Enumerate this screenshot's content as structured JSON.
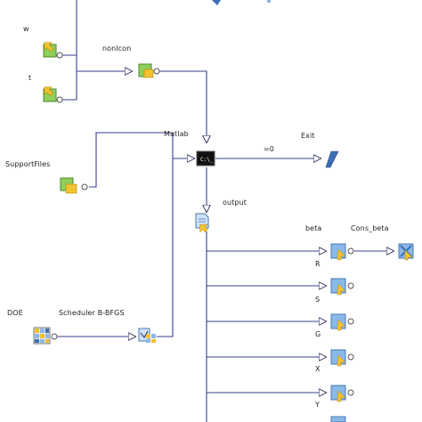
{
  "diagram": {
    "nodes": {
      "w": {
        "label": "w",
        "icon": "input-icon"
      },
      "t": {
        "label": "t",
        "icon": "input-icon"
      },
      "nonlcon": {
        "label": "nonlcon",
        "icon": "function-icon"
      },
      "support": {
        "label": "SupportFiles",
        "icon": "folder-icon"
      },
      "matlab": {
        "label": "Matlab",
        "icon": "matlab-console-icon"
      },
      "exit": {
        "label": "Exit",
        "icon": "exit-flag-icon"
      },
      "exit_cond": {
        "label": "=0"
      },
      "output": {
        "label": "output",
        "icon": "document-icon"
      },
      "beta": {
        "label": "beta",
        "icon": "output-icon"
      },
      "cons_beta": {
        "label": "Cons_beta",
        "icon": "constraint-icon"
      },
      "R": {
        "label": "R",
        "icon": "output-icon"
      },
      "S": {
        "label": "S",
        "icon": "output-icon"
      },
      "G": {
        "label": "G",
        "icon": "output-icon"
      },
      "X": {
        "label": "X",
        "icon": "output-icon"
      },
      "Y": {
        "label": "Y",
        "icon": "output-icon"
      },
      "doe": {
        "label": "DOE",
        "icon": "grid-icon"
      },
      "scheduler": {
        "label": "Scheduler B-BFGS",
        "icon": "scheduler-icon"
      }
    },
    "colors": {
      "line": "#3a3f8f",
      "arrow": "#1d2155",
      "input_green": "#8fcf5a",
      "output_blue": "#8ab8e8",
      "accent_yellow": "#f2c230",
      "exit_blue": "#3c6fb5"
    }
  }
}
